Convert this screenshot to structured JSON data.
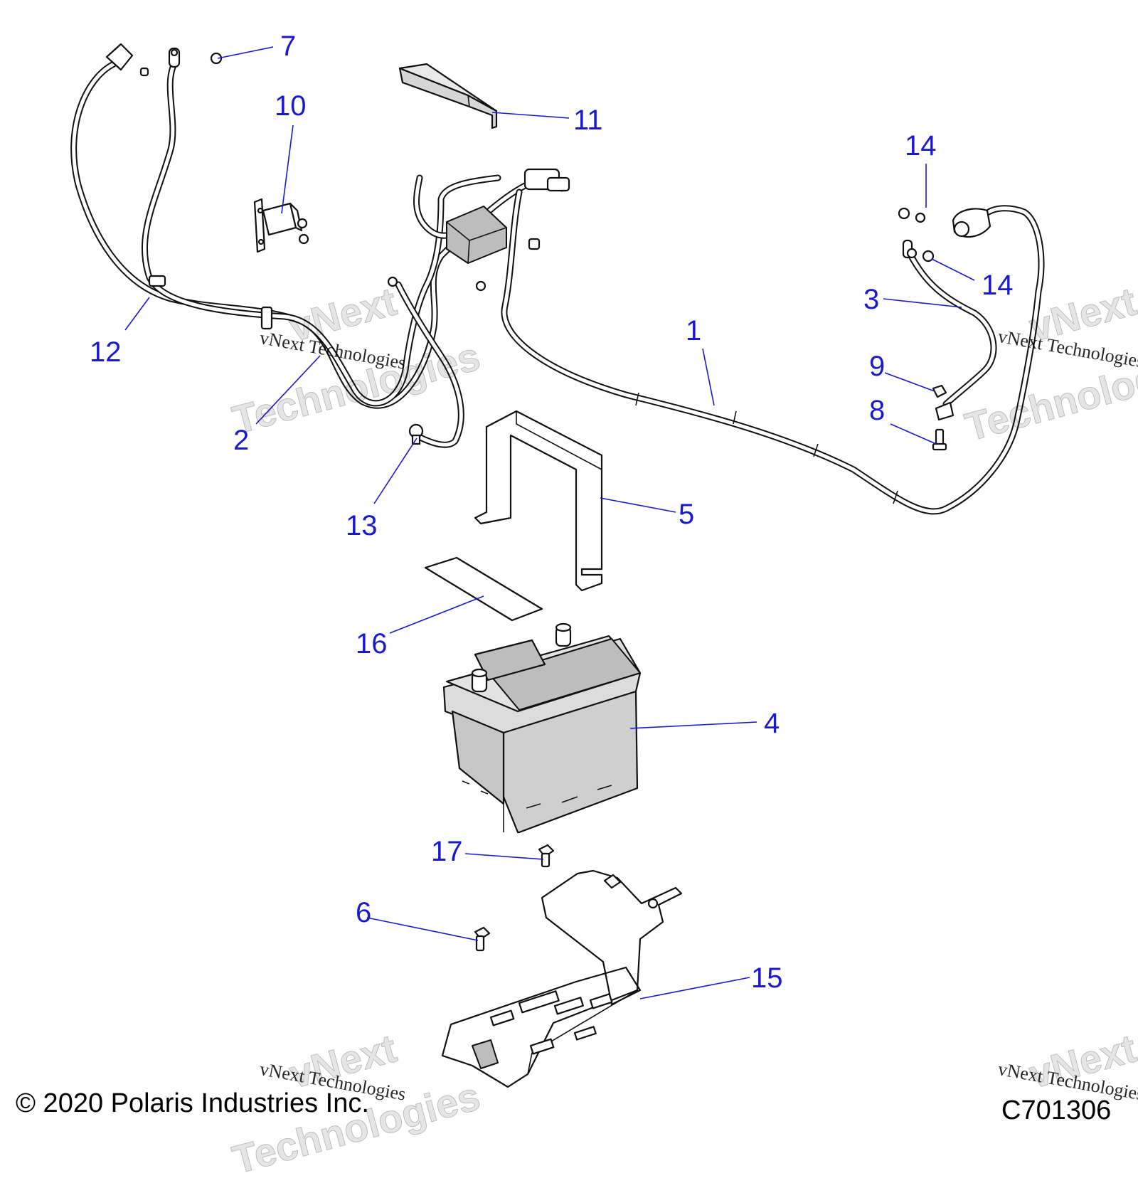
{
  "callouts": [
    {
      "id": "1",
      "label": "1"
    },
    {
      "id": "2",
      "label": "2"
    },
    {
      "id": "3",
      "label": "3"
    },
    {
      "id": "4",
      "label": "4"
    },
    {
      "id": "5",
      "label": "5"
    },
    {
      "id": "6",
      "label": "6"
    },
    {
      "id": "7",
      "label": "7"
    },
    {
      "id": "8",
      "label": "8"
    },
    {
      "id": "9",
      "label": "9"
    },
    {
      "id": "10",
      "label": "10"
    },
    {
      "id": "11",
      "label": "11"
    },
    {
      "id": "12",
      "label": "12"
    },
    {
      "id": "13",
      "label": "13"
    },
    {
      "id": "14a",
      "label": "14"
    },
    {
      "id": "14b",
      "label": "14"
    },
    {
      "id": "15",
      "label": "15"
    },
    {
      "id": "16",
      "label": "16"
    },
    {
      "id": "17",
      "label": "17"
    }
  ],
  "footer": {
    "copyright": "© 2020 Polaris Industries Inc.",
    "drawing_number": "C701306"
  },
  "watermark": {
    "text": "vNext Technologies",
    "word1": "vNext",
    "word2": "Technologies"
  },
  "colors": {
    "callout": "#1a1acc",
    "line": "#111111",
    "battery_fill": "#d6d6d6"
  }
}
